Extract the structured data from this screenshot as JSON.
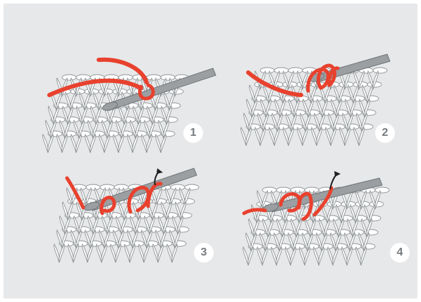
{
  "colors": {
    "background": "#e7e8e9",
    "stitch_fill": "#ffffff",
    "stitch_stroke": "#8f9497",
    "yarn": "#e8412e",
    "yarn_dark": "#b9301f",
    "hook": "#9b9fa2",
    "hook_dark": "#6f7477",
    "arrow": "#1f1f1f",
    "badge_text": "#777b7e"
  },
  "steps": [
    {
      "number": "1",
      "has_arrow": false
    },
    {
      "number": "2",
      "has_arrow": false
    },
    {
      "number": "3",
      "has_arrow": true
    },
    {
      "number": "4",
      "has_arrow": true
    }
  ]
}
